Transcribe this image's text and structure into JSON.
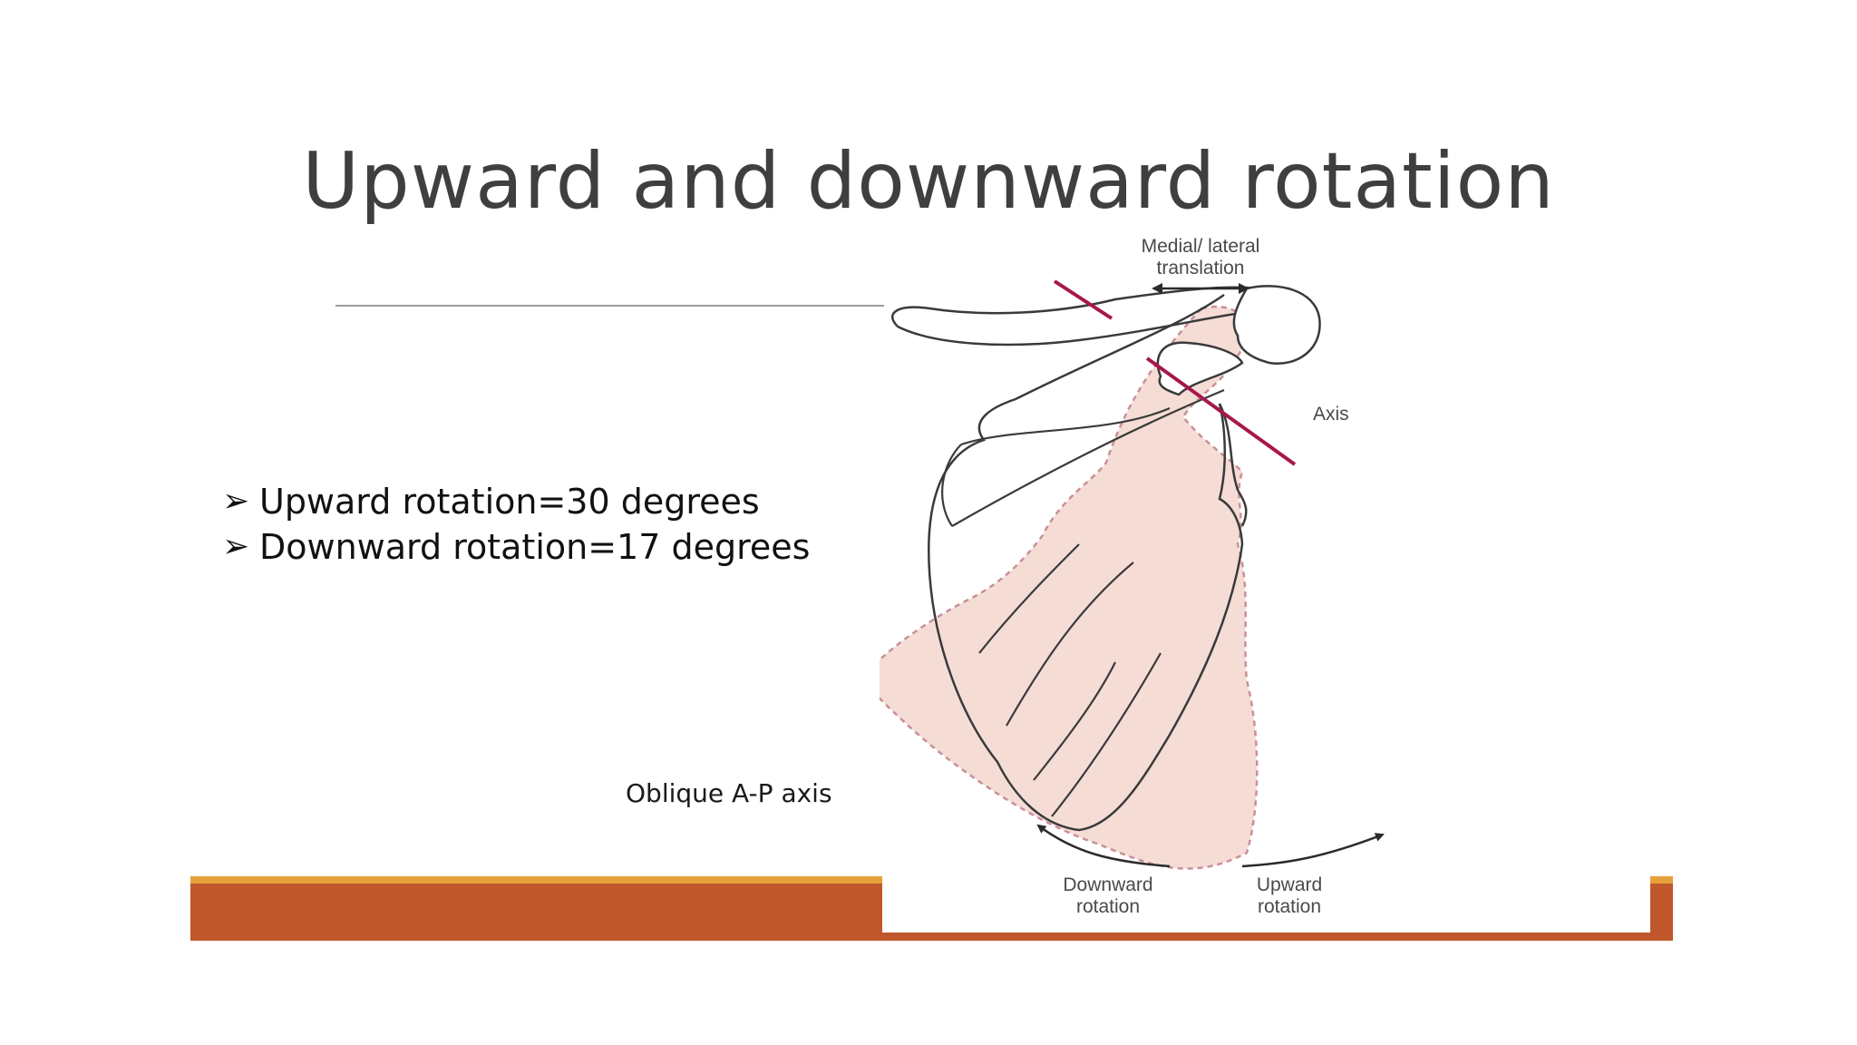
{
  "slide": {
    "title": "Upward and downward rotation",
    "bullet_marker": "➢",
    "bullets": [
      "Upward rotation=30 degrees",
      "Downward rotation=17 degrees"
    ],
    "caption": "Oblique A-P axis"
  },
  "diagram": {
    "labels": {
      "medial_lateral_line1": "Medial/ lateral",
      "medial_lateral_line2": "translation",
      "axis": "Axis",
      "downward_line1": "Downward",
      "downward_line2": "rotation",
      "upward_line1": "Upward",
      "upward_line2": "rotation"
    },
    "icons": [
      "double-arrow-icon",
      "curved-arrow-left-icon",
      "curved-arrow-right-icon"
    ]
  },
  "colors": {
    "footer": "#c0572b",
    "footer_accent": "#e6a23a",
    "axis_line": "#a8174a",
    "shaded_region": "#f5ddd6",
    "dashed_outline": "#c89097",
    "bone_outline": "#3a3a3a"
  }
}
